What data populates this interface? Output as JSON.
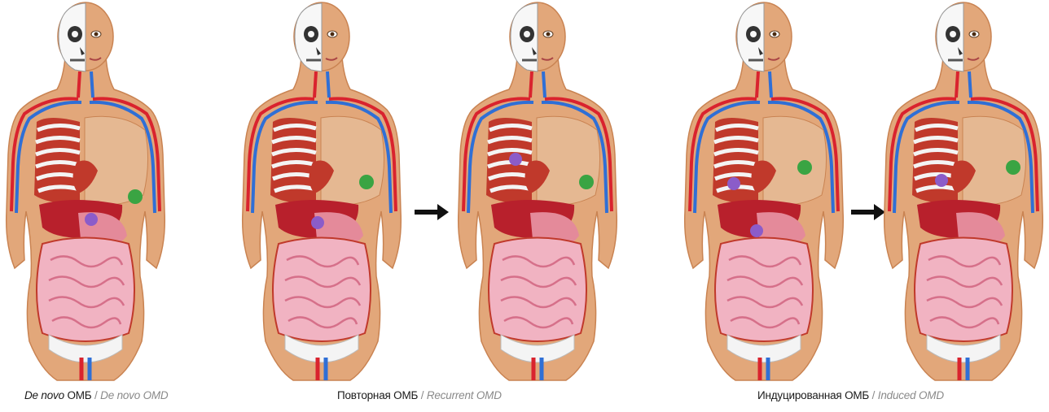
{
  "colors": {
    "skin": "#e2a77a",
    "skin_dark": "#c98352",
    "artery": "#d9232e",
    "vein": "#2f6fd6",
    "lung": "#e5b892",
    "rib": "#f4f4f4",
    "liver": "#b8202c",
    "intestine": "#f1b3c2",
    "tumor_primary": "#3aa443",
    "metastasis": "#8b5cc9",
    "arrow": "#111111"
  },
  "captions": {
    "de_novo": {
      "ru_prefix_italic": "De novo",
      "ru": "ОМБ",
      "separator": "/",
      "en": "De novo OMD"
    },
    "recurrent": {
      "ru": "Повторная ОМБ",
      "separator": "/",
      "en": "Recurrent OMD"
    },
    "induced": {
      "ru": "Индуцированная ОМБ",
      "separator": "/",
      "en": "Induced OMD"
    }
  }
}
